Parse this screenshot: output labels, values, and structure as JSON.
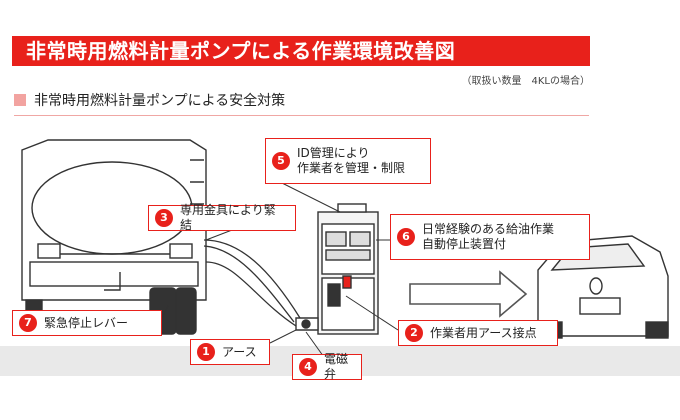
{
  "header": {
    "title": "非常時用燃料計量ポンプによる作業環境改善図"
  },
  "note": "（取扱い数量　4KLの場合）",
  "section": {
    "title": "非常時用燃料計量ポンプによる安全対策"
  },
  "callouts": [
    {
      "num": "1",
      "label": "アース"
    },
    {
      "num": "2",
      "label": "作業者用アース接点"
    },
    {
      "num": "3",
      "label": "専用金具により緊結"
    },
    {
      "num": "4",
      "label": "電磁弁"
    },
    {
      "num": "5",
      "label": "ID管理により\n作業者を管理・制限"
    },
    {
      "num": "6",
      "label": "日常経験のある給油作業\n自動停止装置付"
    },
    {
      "num": "7",
      "label": "緊急停止レバー"
    }
  ],
  "colors": {
    "accent": "#e8211b",
    "ground": "#e9e9e9",
    "line": "#333333"
  },
  "icons": [
    "tanker-truck-illustration",
    "fuel-pump-illustration",
    "car-illustration",
    "arrow-right-icon"
  ]
}
